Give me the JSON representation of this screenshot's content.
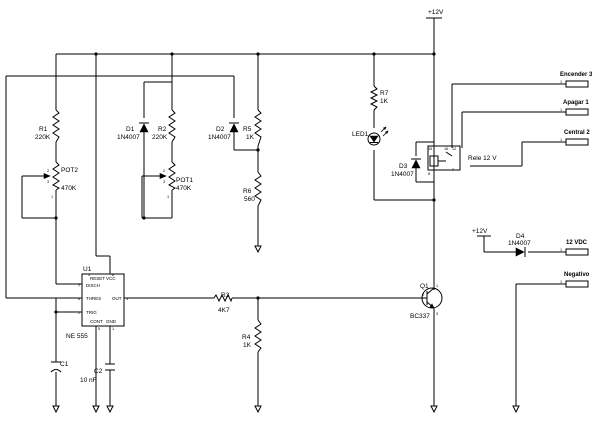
{
  "supply": {
    "top": "+12V",
    "d4_side": "+12V"
  },
  "resistors": {
    "r1": {
      "name": "R1",
      "value": "220K"
    },
    "r2": {
      "name": "R2",
      "value": "220K"
    },
    "r3": {
      "name": "R3",
      "value": "4K7"
    },
    "r4": {
      "name": "R4",
      "value": "1K"
    },
    "r5": {
      "name": "R5",
      "value": "1K"
    },
    "r6": {
      "name": "R6",
      "value": "560"
    },
    "r7": {
      "name": "R7",
      "value": "1K"
    }
  },
  "pots": {
    "pot1": {
      "name": "POT1",
      "value": "470K",
      "pin_a": "2",
      "pin_b": "3",
      "pin_c": "1"
    },
    "pot2": {
      "name": "POT2",
      "value": "470K",
      "pin_a": "2",
      "pin_b": "3",
      "pin_c": "1"
    }
  },
  "diodes": {
    "d1": {
      "name": "D1",
      "value": "1N4007"
    },
    "d2": {
      "name": "D2",
      "value": "1N4007"
    },
    "d3": {
      "name": "D3",
      "value": "1N4007"
    },
    "d4": {
      "name": "D4",
      "value": "1N4007"
    }
  },
  "capacitors": {
    "c1": {
      "name": "C1"
    },
    "c2": {
      "name": "C2",
      "value": "10 nF"
    }
  },
  "led": {
    "name": "LED1"
  },
  "transistor": {
    "name": "Q1",
    "value": "BC337",
    "pin_b": "2",
    "pin_c": "1",
    "pin_e": "3"
  },
  "relay": {
    "label": "Rele 12 V",
    "pins": [
      "15",
      "16",
      "12",
      "8",
      "7"
    ]
  },
  "ic": {
    "ref": "U1",
    "name": "NE 555",
    "pins": {
      "reset": "RESET",
      "vcc": "VCC",
      "disch": "DISCH",
      "trig": "TRIG",
      "out": "OUT",
      "thres": "THRES",
      "cont": "CONT",
      "gnd": "GND"
    },
    "pin_numbers": {
      "reset": "4",
      "vcc": "8",
      "disch": "7",
      "thres": "6",
      "trig": "2",
      "cont": "5",
      "gnd": "1",
      "out": "3"
    }
  },
  "connectors": {
    "encender": {
      "label": "Encender 3",
      "pin": "1"
    },
    "apagar": {
      "label": "Apagar 1",
      "pin": "1"
    },
    "central": {
      "label": "Central 2",
      "pin": "1"
    },
    "v12dc": {
      "label": "12 VDC",
      "pin": "1"
    },
    "negativo": {
      "label": "Negativo",
      "pin": "1"
    }
  }
}
